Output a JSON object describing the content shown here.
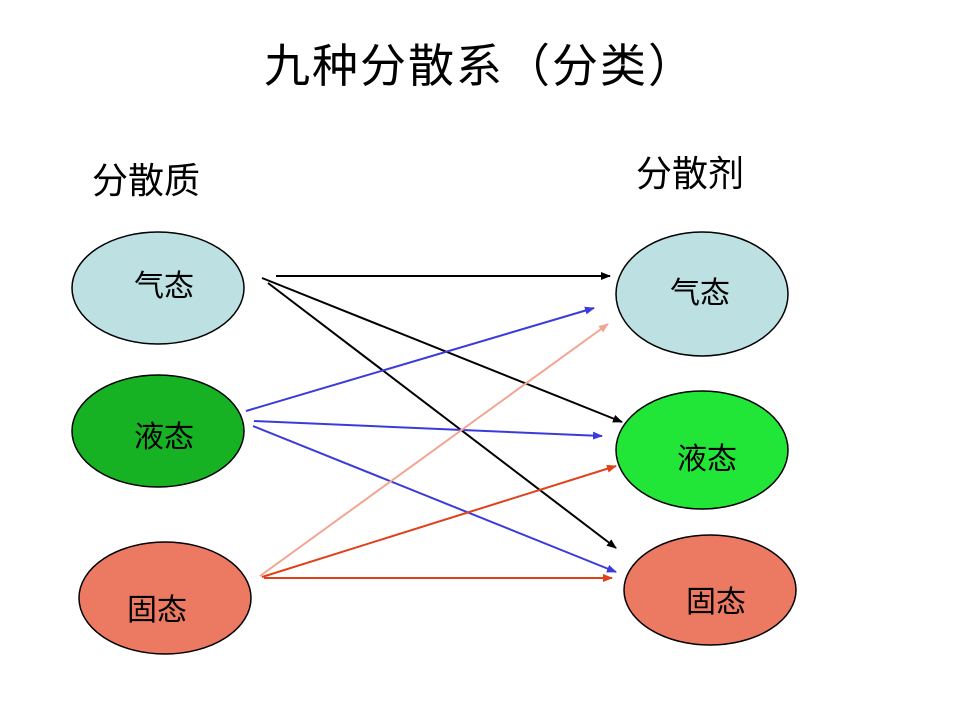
{
  "title": "九种分散系（分类）",
  "dispersed_phase_label": "分散质",
  "dispersion_medium_label": "分散剂",
  "colors": {
    "gas": "#bde0e2",
    "liquid_left": "#16b224",
    "liquid_right": "#22e637",
    "solid": "#ec7a62",
    "gas_arrows": "#000000",
    "liquid_arrows": "#3b3bdc",
    "solid_arrows": "#e0401a",
    "solid_to_gas_arrow": "#f2a592"
  },
  "left_nodes": [
    {
      "id": "gas",
      "label": "气态"
    },
    {
      "id": "liquid",
      "label": "液态"
    },
    {
      "id": "solid",
      "label": "固态"
    }
  ],
  "right_nodes": [
    {
      "id": "gas",
      "label": "气态"
    },
    {
      "id": "liquid",
      "label": "液态"
    },
    {
      "id": "solid",
      "label": "固态"
    }
  ],
  "connections": [
    {
      "from": "gas",
      "to": "gas"
    },
    {
      "from": "gas",
      "to": "liquid"
    },
    {
      "from": "gas",
      "to": "solid"
    },
    {
      "from": "liquid",
      "to": "gas"
    },
    {
      "from": "liquid",
      "to": "liquid"
    },
    {
      "from": "liquid",
      "to": "solid"
    },
    {
      "from": "solid",
      "to": "gas"
    },
    {
      "from": "solid",
      "to": "liquid"
    },
    {
      "from": "solid",
      "to": "solid"
    }
  ]
}
